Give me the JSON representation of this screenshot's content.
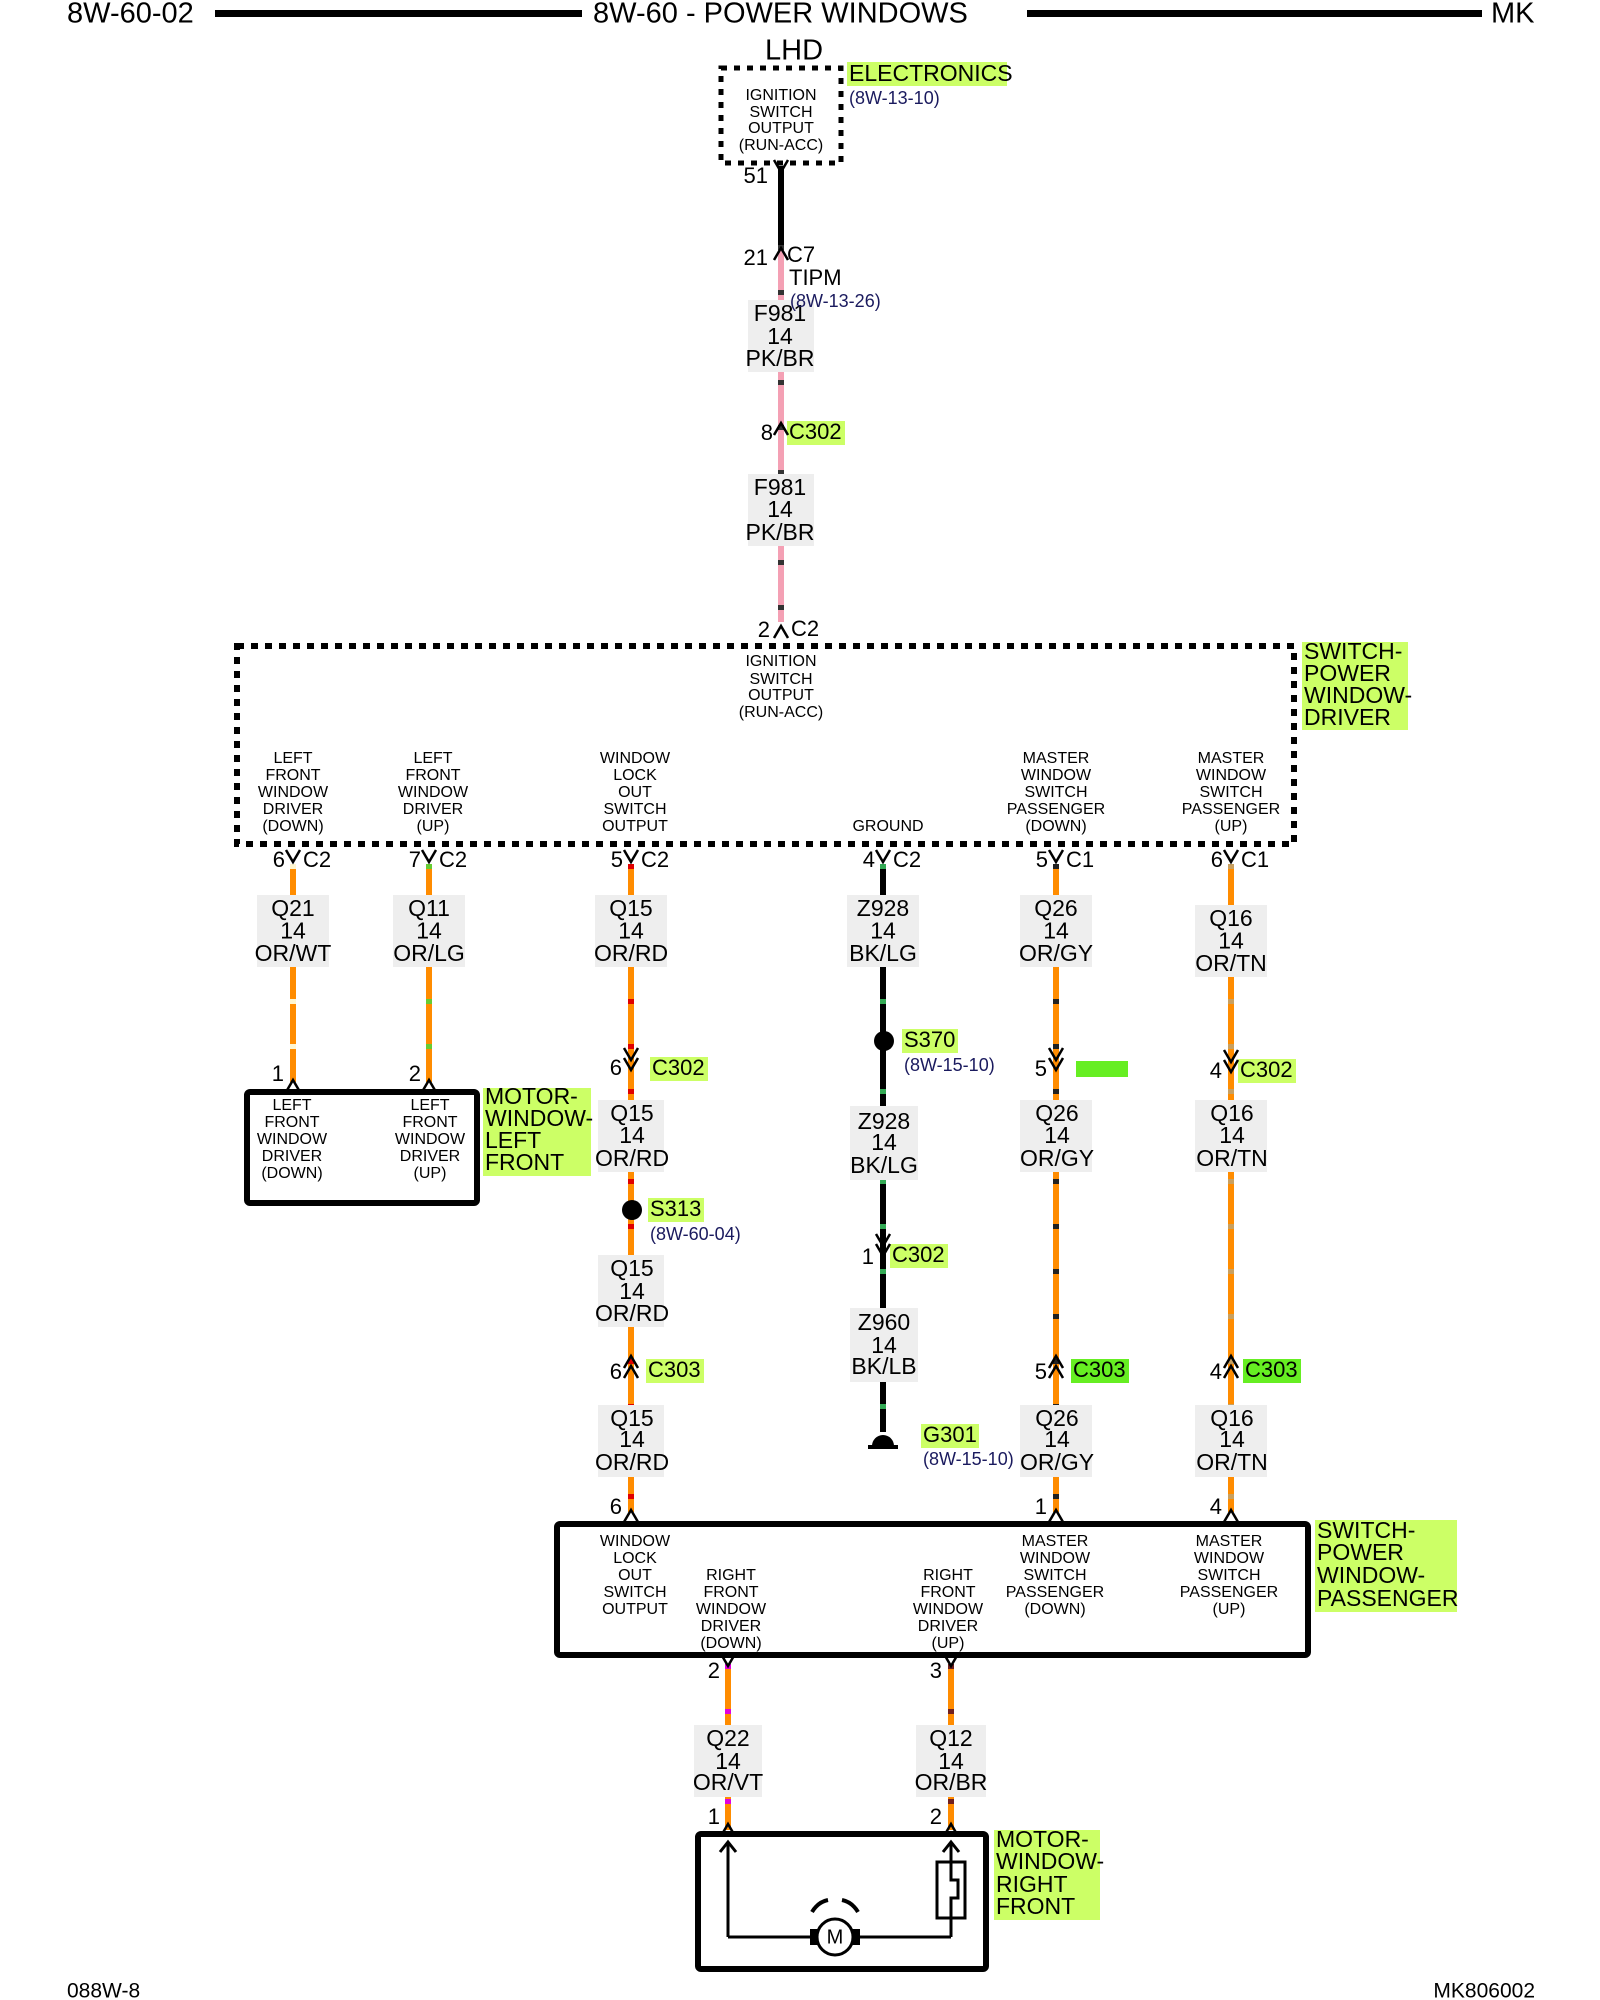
{
  "header": {
    "left": "8W-60-02",
    "title": "8W-60 - POWER WINDOWS",
    "right": "MK"
  },
  "variant": "LHD",
  "footer": {
    "left": "088W-8",
    "right": "MK806002"
  },
  "colors": {
    "highlight": "#ccff66",
    "connector_blank": "#66ee22",
    "orange_wire": "#ff8c00",
    "pink_wire": "#f4a0b4",
    "ref_text": "#1a1a5e"
  },
  "electronics": {
    "name": "ELECTRONICS",
    "ref": "(8W-13-10)",
    "lines": [
      "IGNITION",
      "SWITCH",
      "OUTPUT",
      "(RUN-ACC)"
    ],
    "pin": "51"
  },
  "tipm": {
    "pin": "21",
    "connector": "C7",
    "name": "TIPM",
    "ref": "(8W-13-26)"
  },
  "feed_wire": {
    "circuit": "F981",
    "gauge": "14",
    "color": "PK/BR"
  },
  "feed_c302": {
    "pin": "8",
    "connector": "C302"
  },
  "driver_switch": {
    "name": [
      "SWITCH-",
      "POWER",
      "WINDOW-",
      "DRIVER"
    ],
    "input": {
      "pin": "2",
      "connector": "C2",
      "lines": [
        "IGNITION",
        "SWITCH",
        "OUTPUT",
        "(RUN-ACC)"
      ]
    },
    "outputs": [
      {
        "lines": [
          "LEFT",
          "FRONT",
          "WINDOW",
          "DRIVER",
          "(DOWN)"
        ],
        "pin": "6",
        "connector": "C2",
        "circuit": "Q21",
        "gauge": "14",
        "color": "OR/WT"
      },
      {
        "lines": [
          "LEFT",
          "FRONT",
          "WINDOW",
          "DRIVER",
          "(UP)"
        ],
        "pin": "7",
        "connector": "C2",
        "circuit": "Q11",
        "gauge": "14",
        "color": "OR/LG"
      },
      {
        "lines": [
          "WINDOW",
          "LOCK",
          "OUT",
          "SWITCH",
          "OUTPUT"
        ],
        "pin": "5",
        "connector": "C2",
        "circuit": "Q15",
        "gauge": "14",
        "color": "OR/RD"
      },
      {
        "lines": [
          "GROUND"
        ],
        "pin": "4",
        "connector": "C2",
        "circuit": "Z928",
        "gauge": "14",
        "color": "BK/LG"
      },
      {
        "lines": [
          "MASTER",
          "WINDOW",
          "SWITCH",
          "PASSENGER",
          "(DOWN)"
        ],
        "pin": "5",
        "connector": "C1",
        "circuit": "Q26",
        "gauge": "14",
        "color": "OR/GY"
      },
      {
        "lines": [
          "MASTER",
          "WINDOW",
          "SWITCH",
          "PASSENGER",
          "(UP)"
        ],
        "pin": "6",
        "connector": "C1",
        "circuit": "Q16",
        "gauge": "14",
        "color": "OR/TN"
      }
    ]
  },
  "left_motor": {
    "name": [
      "MOTOR-",
      "WINDOW-",
      "LEFT",
      "FRONT"
    ],
    "pins": [
      {
        "pin": "1",
        "lines": [
          "LEFT",
          "FRONT",
          "WINDOW",
          "DRIVER",
          "(DOWN)"
        ]
      },
      {
        "pin": "2",
        "lines": [
          "LEFT",
          "FRONT",
          "WINDOW",
          "DRIVER",
          "(UP)"
        ]
      }
    ]
  },
  "q15_run": {
    "c302": {
      "pin": "6",
      "connector": "C302"
    },
    "splice": {
      "name": "S313",
      "ref": "(8W-60-04)"
    },
    "c303": {
      "pin": "6",
      "connector": "C303"
    },
    "wire": {
      "circuit": "Q15",
      "gauge": "14",
      "color": "OR/RD"
    },
    "end_pin": "6"
  },
  "ground_run": {
    "splice": {
      "name": "S370",
      "ref": "(8W-15-10)"
    },
    "wire1": {
      "circuit": "Z928",
      "gauge": "14",
      "color": "BK/LG"
    },
    "c302": {
      "pin": "1",
      "connector": "C302"
    },
    "wire2": {
      "circuit": "Z960",
      "gauge": "14",
      "color": "BK/LB"
    },
    "ground": {
      "name": "G301",
      "ref": "(8W-15-10)"
    }
  },
  "q26_run": {
    "inline": {
      "pin": "5",
      "connector": ""
    },
    "c303": {
      "pin": "5",
      "connector": "C303"
    },
    "wire": {
      "circuit": "Q26",
      "gauge": "14",
      "color": "OR/GY"
    },
    "end_pin": "1"
  },
  "q16_run": {
    "c302": {
      "pin": "4",
      "connector": "C302"
    },
    "c303": {
      "pin": "4",
      "connector": "C303"
    },
    "wire": {
      "circuit": "Q16",
      "gauge": "14",
      "color": "OR/TN"
    },
    "end_pin": "4"
  },
  "passenger_switch": {
    "name": [
      "SWITCH-",
      "POWER",
      "WINDOW-",
      "PASSENGER"
    ],
    "labels": {
      "lockout": [
        "WINDOW",
        "LOCK",
        "OUT",
        "SWITCH",
        "OUTPUT"
      ],
      "rf_down": [
        "RIGHT",
        "FRONT",
        "WINDOW",
        "DRIVER",
        "(DOWN)"
      ],
      "rf_up": [
        "RIGHT",
        "FRONT",
        "WINDOW",
        "DRIVER",
        "(UP)"
      ],
      "master_down": [
        "MASTER",
        "WINDOW",
        "SWITCH",
        "PASSENGER",
        "(DOWN)"
      ],
      "master_up": [
        "MASTER",
        "WINDOW",
        "SWITCH",
        "PASSENGER",
        "(UP)"
      ]
    },
    "outputs": [
      {
        "pin": "2",
        "circuit": "Q22",
        "gauge": "14",
        "color": "OR/VT",
        "motor_pin": "1"
      },
      {
        "pin": "3",
        "circuit": "Q12",
        "gauge": "14",
        "color": "OR/BR",
        "motor_pin": "2"
      }
    ]
  },
  "right_motor": {
    "name": [
      "MOTOR-",
      "WINDOW-",
      "RIGHT",
      "FRONT"
    ],
    "motor_symbol": "M"
  }
}
